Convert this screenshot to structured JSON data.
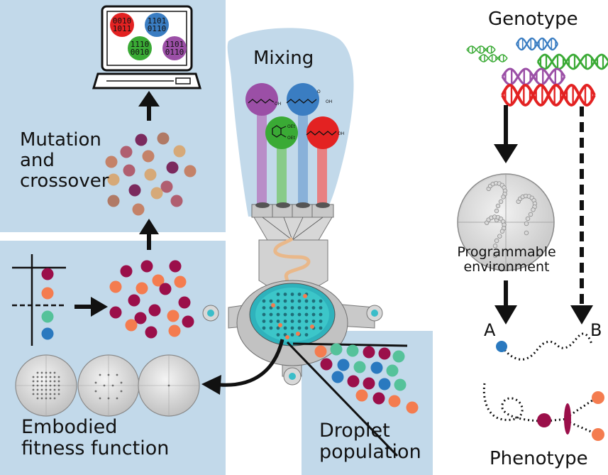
{
  "panels": {
    "mutation_title": "Mutation\nand\ncrossover",
    "fitness_title": "Embodied\nfitness function",
    "droplet_title": "Droplet\npopulation",
    "mixing_title": "Mixing"
  },
  "computer": {
    "bits": [
      "0010\n1011",
      "1101\n0110",
      "1110\n0010",
      "1101\n0110"
    ]
  },
  "molecules": {
    "labels": [
      "OH",
      "O",
      "OH",
      "OEt",
      "OEt",
      "OH"
    ]
  },
  "right": {
    "genotype": "Genotype",
    "environment": "Programmable\nenvironment",
    "label_a": "A",
    "label_b": "B",
    "phenotype": "Phenotype"
  },
  "colors": {
    "panel": "#c2d9ea",
    "purple": "#9b4fa6",
    "blue": "#3a7dc2",
    "green": "#3aaa35",
    "red": "#e32222",
    "maroon": "#9b0f4a",
    "orange": "#f47c4f",
    "teal": "#55c29a",
    "droplet_blue": "#2a79bf"
  }
}
